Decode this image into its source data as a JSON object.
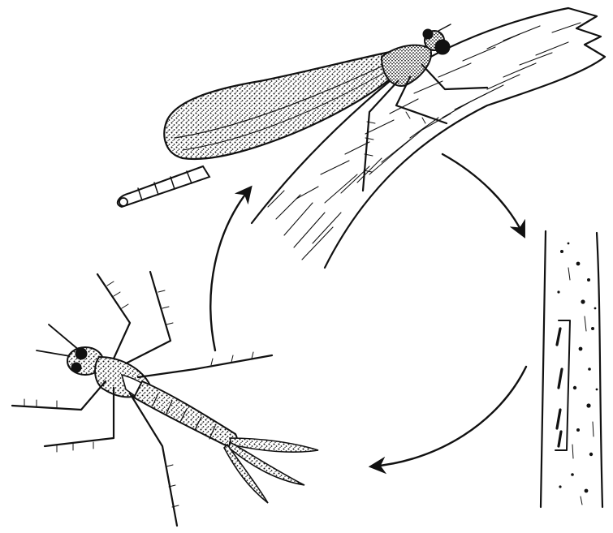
{
  "figure": {
    "kind": "illustration",
    "subject_stages": [
      "adult",
      "eggs-in-stem",
      "nymph"
    ],
    "ink_color": "#111111",
    "paper_color": "#ffffff"
  }
}
